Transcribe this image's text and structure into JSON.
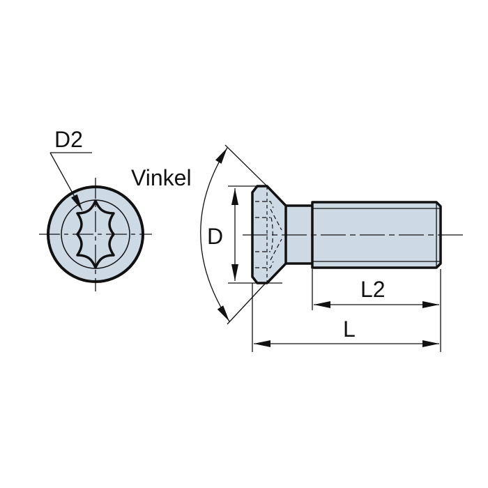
{
  "diagram": {
    "title": "Countersunk Torx screw dimension drawing",
    "labels": {
      "d2": "D2",
      "vinkel": "Vinkel",
      "d": "D",
      "l2": "L2",
      "l": "L"
    },
    "colors": {
      "fill": "#cdd9e3",
      "stroke": "#111111",
      "background": "#ffffff"
    },
    "views": [
      {
        "name": "end-view",
        "description": "Head end view with 6-lobe (Torx) drive recess"
      },
      {
        "name": "side-view",
        "description": "Side view of countersunk screw with threaded shank"
      }
    ]
  }
}
